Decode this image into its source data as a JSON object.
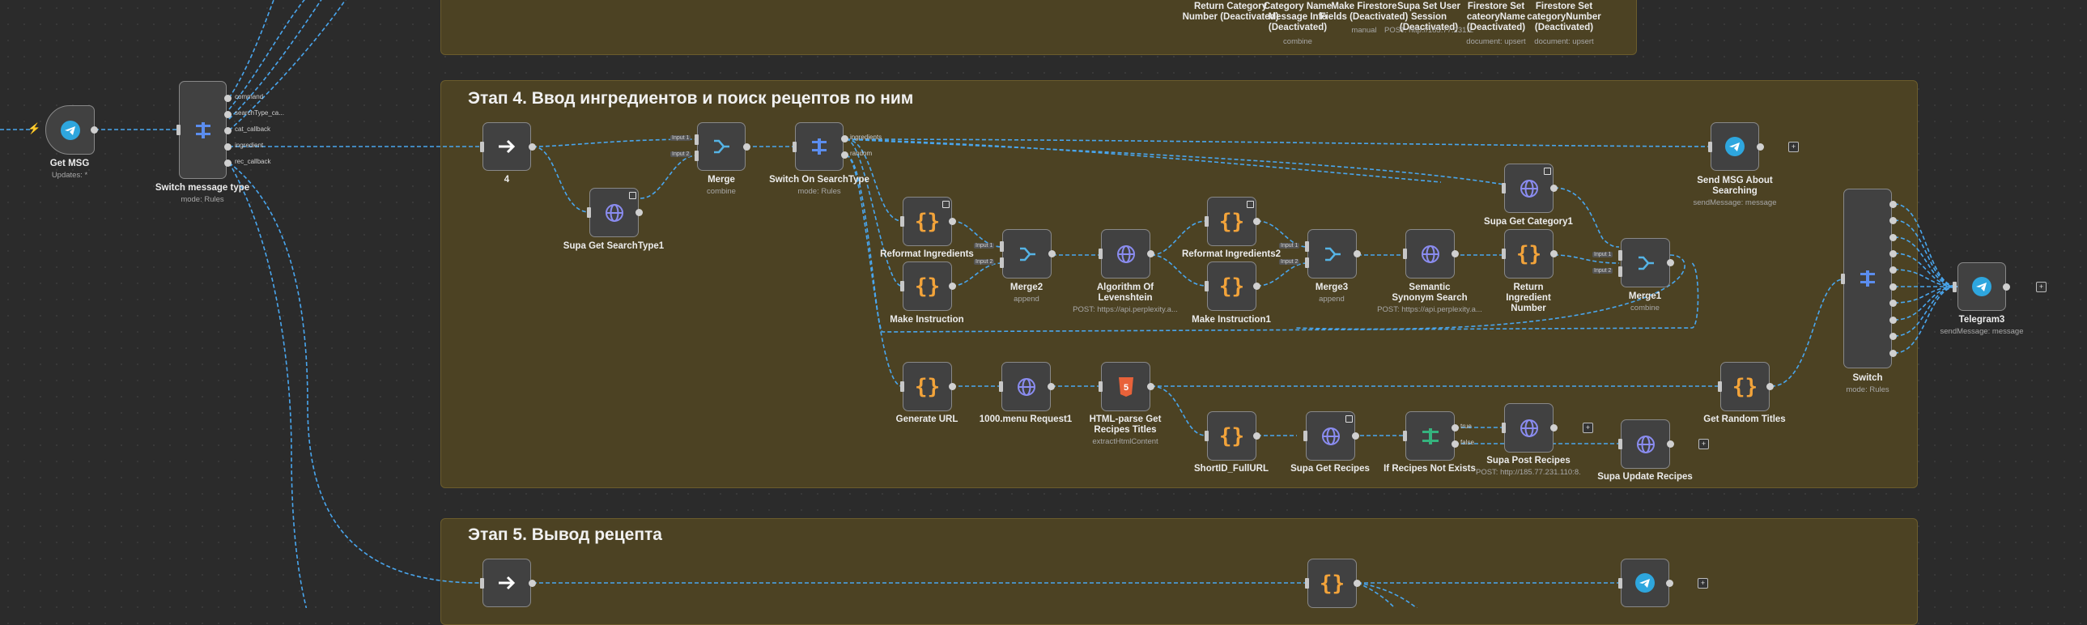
{
  "stickies": {
    "stage4": "Этап 4. Ввод ингредиентов и поиск рецептов по ним",
    "stage5": "Этап 5. Вывод рецепта"
  },
  "top_nodes": [
    {
      "name": "Return Category Number (Deactivated)",
      "sub": ""
    },
    {
      "name": "Category Name Message Info (Deactivated)",
      "sub": "combine"
    },
    {
      "name": "Make Firestore Fields (Deactivated)",
      "sub": "manual"
    },
    {
      "name": "Supa Set User Session (Deactivated)",
      "sub": "POST: http://185.77.231.110:8..."
    },
    {
      "name": "Firestore Set cateoryName (Deactivated)",
      "sub": "document: upsert"
    },
    {
      "name": "Firestore Set categoryNumber (Deactivated)",
      "sub": "document: upsert"
    }
  ],
  "nodes": {
    "get_msg": {
      "name": "Get MSG",
      "sub": "Updates: *"
    },
    "switch_msg_type": {
      "name": "Switch message type",
      "sub": "mode: Rules",
      "outputs": [
        "command",
        "searchType_ca...",
        "cat_callback",
        "ingredient",
        "rec_callback"
      ]
    },
    "n4": {
      "name": "4",
      "sub": ""
    },
    "supa_get_searchtype1": {
      "name": "Supa Get SearchType1",
      "sub": ""
    },
    "merge": {
      "name": "Merge",
      "sub": "combine",
      "inputs": [
        "Input 1",
        "Input 2"
      ]
    },
    "switch_on_searchtype": {
      "name": "Switch On SearchType",
      "sub": "mode: Rules",
      "outputs": [
        "ingredients",
        "random"
      ]
    },
    "send_msg_about_searching": {
      "name": "Send MSG About Searching",
      "sub": "sendMessage: message"
    },
    "supa_get_category1": {
      "name": "Supa Get Category1",
      "sub": ""
    },
    "reformat_ingredients": {
      "name": "Reformat Ingredients",
      "sub": ""
    },
    "make_instruction": {
      "name": "Make Instruction",
      "sub": ""
    },
    "merge2": {
      "name": "Merge2",
      "sub": "append",
      "inputs": [
        "Input 1",
        "Input 2"
      ]
    },
    "algorithm_levenshtein": {
      "name": "Algorithm Of Levenshtein",
      "sub": "POST: https://api.perplexity.a..."
    },
    "reformat_ingredients2": {
      "name": "Reformat Ingredients2",
      "sub": ""
    },
    "make_instruction1": {
      "name": "Make Instruction1",
      "sub": ""
    },
    "merge3": {
      "name": "Merge3",
      "sub": "append",
      "inputs": [
        "Input 1",
        "Input 2"
      ]
    },
    "semantic_synonym_search": {
      "name": "Semantic Synonym Search",
      "sub": "POST: https://api.perplexity.a..."
    },
    "return_ingredient_number": {
      "name": "Return Ingredient Number",
      "sub": ""
    },
    "merge1": {
      "name": "Merge1",
      "sub": "combine",
      "inputs": [
        "Input 1",
        "Input 2"
      ]
    },
    "switch": {
      "name": "Switch",
      "sub": "mode: Rules"
    },
    "telegram_out": {
      "name": "Telegram3",
      "sub": "sendMessage: message"
    },
    "generate_url": {
      "name": "Generate URL",
      "sub": ""
    },
    "menu_request1": {
      "name": "1000.menu Request1",
      "sub": ""
    },
    "html_parse": {
      "name": "HTML-parse Get Recipes Titles",
      "sub": "extractHtmlContent"
    },
    "get_random_titles": {
      "name": "Get Random Titles",
      "sub": ""
    },
    "shortid_fullurl": {
      "name": "ShortID_FullURL",
      "sub": ""
    },
    "supa_get_recipes": {
      "name": "Supa Get Recipes",
      "sub": ""
    },
    "if_recipes_not_exists": {
      "name": "If Recipes Not Exists",
      "sub": "",
      "outputs": [
        "true",
        "false"
      ]
    },
    "supa_post_recipes": {
      "name": "Supa Post Recipes",
      "sub": "POST: http://185.77.231.110:8..."
    },
    "supa_update_recipes": {
      "name": "Supa Update Recipes",
      "sub": ""
    }
  },
  "icon_colors": {
    "telegram": "#2ea6de",
    "http": "#8a8cf0",
    "code": "#f2a33a",
    "switch": "#5b8def",
    "merge": "#55b4e6",
    "if": "#35b37e",
    "html": "#e8623a",
    "wire": "#49a6ee"
  }
}
